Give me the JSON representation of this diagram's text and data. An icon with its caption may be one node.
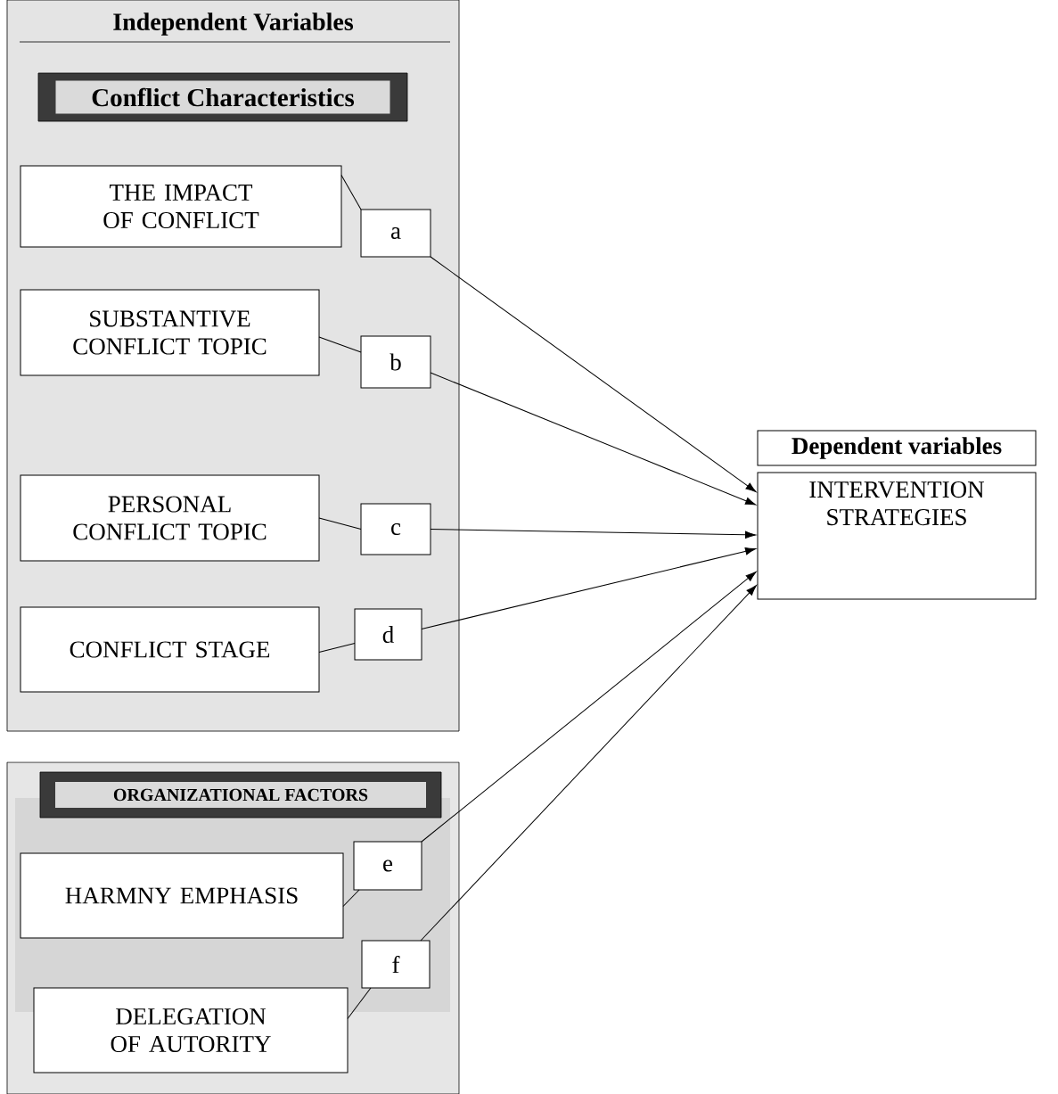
{
  "diagram": {
    "nodes": [
      {
        "text": [
          "Independent Variables"
        ]
      },
      {
        "text": [
          "Conflict Characteristics"
        ],
        "in": 0
      },
      {
        "text": [
          "THE IMPACT OF CONFLICT"
        ],
        "in": 0
      },
      {
        "text": [
          "a"
        ],
        "in": 0
      },
      {
        "text": [
          "SUBSTANTIVE CONFLICT TOPIC"
        ],
        "in": 0
      },
      {
        "text": [
          "b"
        ],
        "in": 0
      },
      {
        "text": [
          "PERSONAL CONFLICT TOPIC"
        ],
        "in": 0
      },
      {
        "text": [
          "c"
        ],
        "in": 0
      },
      {
        "text": [
          "CONFLICT STAGE"
        ],
        "in": 0
      },
      {
        "text": [
          "d"
        ],
        "in": 0
      },
      {
        "text": [],
        "shape": "box"
      },
      {
        "text": [],
        "shape": "box",
        "in": 10
      },
      {
        "text": [
          "ORGANIZATIONAL FACTORS"
        ],
        "in": 10
      },
      {
        "text": [
          "HARMNY EMPHASIS"
        ],
        "in": 11
      },
      {
        "text": [
          "e"
        ],
        "in": 11
      },
      {
        "text": [
          "f"
        ],
        "in": 11
      },
      {
        "text": [
          "DELEGATION OF AUTORITY"
        ],
        "in": 10
      },
      {
        "text": [
          "Dependent variables"
        ]
      },
      {
        "text": [
          "INTERVENTION STRATEGIES"
        ]
      }
    ],
    "edges": [
      {
        "from": 2,
        "to": 3,
        "arrow": "none"
      },
      {
        "from": 3,
        "to": 18,
        "arrow": "to"
      },
      {
        "from": 4,
        "to": 5,
        "arrow": "none"
      },
      {
        "from": 5,
        "to": 18,
        "arrow": "to"
      },
      {
        "from": 6,
        "to": 7,
        "arrow": "none"
      },
      {
        "from": 7,
        "to": 18,
        "arrow": "to"
      },
      {
        "from": 8,
        "to": 9,
        "arrow": "none"
      },
      {
        "from": 9,
        "to": 18,
        "arrow": "to"
      },
      {
        "from": 13,
        "to": 14,
        "arrow": "none"
      },
      {
        "from": 14,
        "to": 18,
        "arrow": "to"
      },
      {
        "from": 16,
        "to": 15,
        "arrow": "none"
      },
      {
        "from": 15,
        "to": 18,
        "arrow": "to"
      }
    ]
  }
}
